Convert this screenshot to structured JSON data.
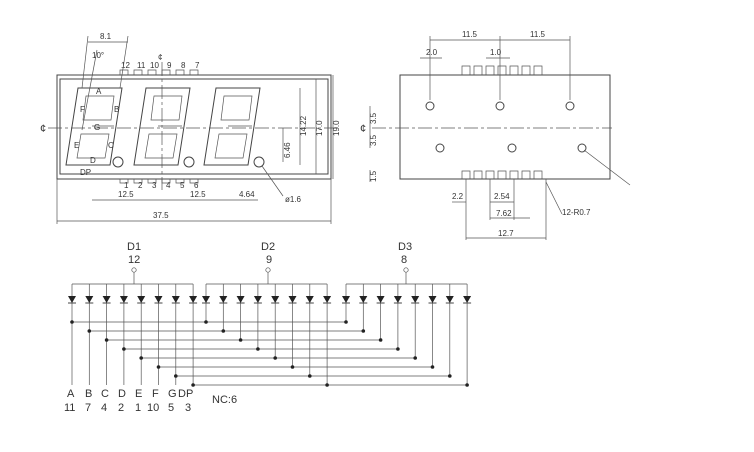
{
  "front_view": {
    "pin_numbers_top": [
      "12",
      "11",
      "10",
      "9",
      "8",
      "7"
    ],
    "pin_numbers_bottom": [
      "1",
      "2",
      "3",
      "4",
      "5",
      "6"
    ],
    "segment_letters": [
      "A",
      "B",
      "C",
      "D",
      "E",
      "F",
      "G",
      "DP"
    ],
    "dims": {
      "width_top": "8.1",
      "slant": "10°",
      "pitch_1": "12.5",
      "pitch_2": "12.5",
      "offset": "4.64",
      "overall_width": "37.5",
      "digit_height": "14.22",
      "body_height": "17.0",
      "overall_height": "19.0",
      "dp_height": "6.46",
      "hole_dia": "ø1.6",
      "centerline": "¢",
      "centerline_top": "¢"
    }
  },
  "side_view": {
    "dims": {
      "half_a": "11.5",
      "half_b": "11.5",
      "lead_offset": "2.0",
      "lead_width": "1.0",
      "hole_offset_a": "3.5",
      "hole_offset_b": "3.5",
      "lead_len": "1.5",
      "lead_space": "2.2",
      "lead_pitch": "2.54",
      "span_1": "7.62",
      "span_2": "12.7",
      "lead_note": "12-R0.7",
      "centerline": "¢"
    }
  },
  "schematic": {
    "digits": [
      {
        "label": "D1",
        "pin": "12"
      },
      {
        "label": "D2",
        "pin": "9"
      },
      {
        "label": "D3",
        "pin": "8"
      }
    ],
    "segments": [
      {
        "name": "A",
        "pin": "11"
      },
      {
        "name": "B",
        "pin": "7"
      },
      {
        "name": "C",
        "pin": "4"
      },
      {
        "name": "D",
        "pin": "2"
      },
      {
        "name": "E",
        "pin": "1"
      },
      {
        "name": "F",
        "pin": "10"
      },
      {
        "name": "G",
        "pin": "5"
      },
      {
        "name": "DP",
        "pin": "3"
      }
    ],
    "nc_label": "NC:6"
  }
}
